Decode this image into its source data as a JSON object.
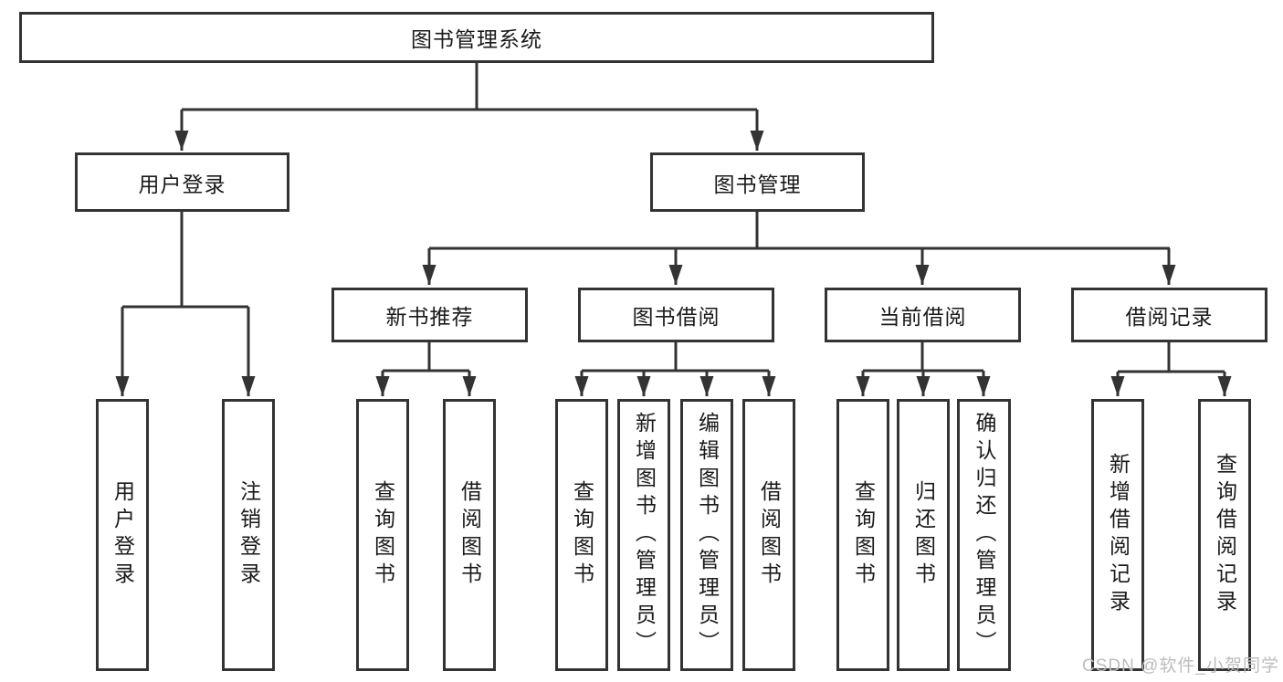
{
  "diagram": {
    "root": {
      "label": "图书管理系统",
      "children": [
        {
          "label": "用户登录",
          "children": [
            {
              "label": "用户登录"
            },
            {
              "label": "注销登录"
            }
          ]
        },
        {
          "label": "图书管理",
          "children": [
            {
              "label": "新书推荐",
              "children": [
                {
                  "label": "查询图书"
                },
                {
                  "label": "借阅图书"
                }
              ]
            },
            {
              "label": "图书借阅",
              "children": [
                {
                  "label": "查询图书"
                },
                {
                  "label": "新增图书（管理员）"
                },
                {
                  "label": "编辑图书（管理员）"
                },
                {
                  "label": "借阅图书"
                }
              ]
            },
            {
              "label": "当前借阅",
              "children": [
                {
                  "label": "查询图书"
                },
                {
                  "label": "归还图书"
                },
                {
                  "label": "确认归还（管理员）"
                }
              ]
            },
            {
              "label": "借阅记录",
              "children": [
                {
                  "label": "新增借阅记录"
                },
                {
                  "label": "查询借阅记录"
                }
              ]
            }
          ]
        }
      ]
    },
    "watermark": "CSDN @软件_小贺同学",
    "colors": {
      "line": "#333333",
      "text": "#1a1a1a",
      "watermark": "#bdbdbd",
      "background": "#ffffff"
    }
  }
}
